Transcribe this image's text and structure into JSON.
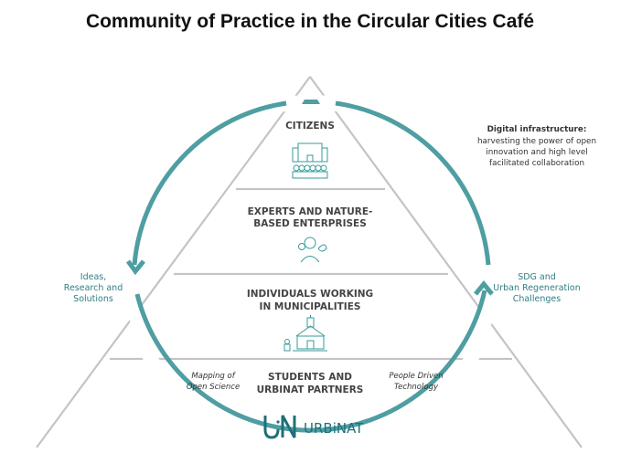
{
  "title": "Community of Practice in the Circular Cities Café",
  "levels": [
    {
      "line1": "CITIZENS",
      "icon": "city-people-icon"
    },
    {
      "line1": "EXPERTS AND NATURE-",
      "line2": "BASED ENTERPRISES",
      "icon": "expert-idea-leaf-icon"
    },
    {
      "line1": "INDIVIDUALS WORKING",
      "line2": "IN MUNICIPALITIES",
      "icon": "town-hall-icon"
    },
    {
      "line1": "STUDENTS AND",
      "line2": "URBINAT PARTNERS"
    }
  ],
  "left_label": [
    "Ideas,",
    "Research and",
    "Solutions"
  ],
  "right_label": [
    "SDG and",
    "Urban Regeneration",
    "Challenges"
  ],
  "digital_note": {
    "heading": "Digital infrastructure:",
    "lines": [
      "harvesting the power of open",
      "innovation and high level",
      "facilitated collaboration"
    ]
  },
  "left_italic": [
    "Mapping of",
    "Open Science"
  ],
  "right_italic": [
    "People Driven",
    "Technology"
  ],
  "logo": {
    "text": "URBiNAT"
  },
  "colors": {
    "teal": "#4e9ea2",
    "text_teal": "#2f7f84",
    "line_gray": "#c4c4c4"
  }
}
